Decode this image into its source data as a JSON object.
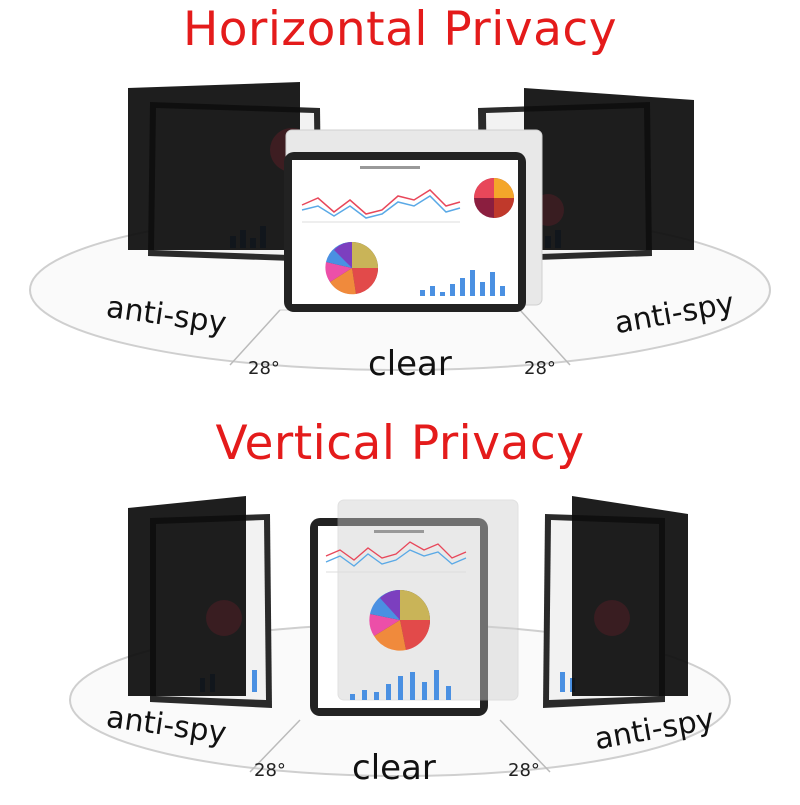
{
  "sections": {
    "horizontal": {
      "title": "Horizontal Privacy",
      "left_label": "anti-spy",
      "center_label": "clear",
      "right_label": "anti-spy",
      "left_angle": "28°",
      "right_angle": "28°"
    },
    "vertical": {
      "title": "Vertical Privacy",
      "left_label": "anti-spy",
      "center_label": "clear",
      "right_label": "anti-spy",
      "left_angle": "28°",
      "right_angle": "28°"
    }
  },
  "colors": {
    "title": "#e41b1b",
    "screen_dark": "#111111",
    "tablet_frame": "#2a2a2a",
    "bar_blue": "#4a90e2",
    "line_red": "#e8475a",
    "line_blue": "#5aa9e6"
  },
  "icons": {
    "pie_chart": "pie-chart-icon",
    "bar_chart": "bar-chart-icon",
    "line_chart": "line-chart-icon"
  }
}
